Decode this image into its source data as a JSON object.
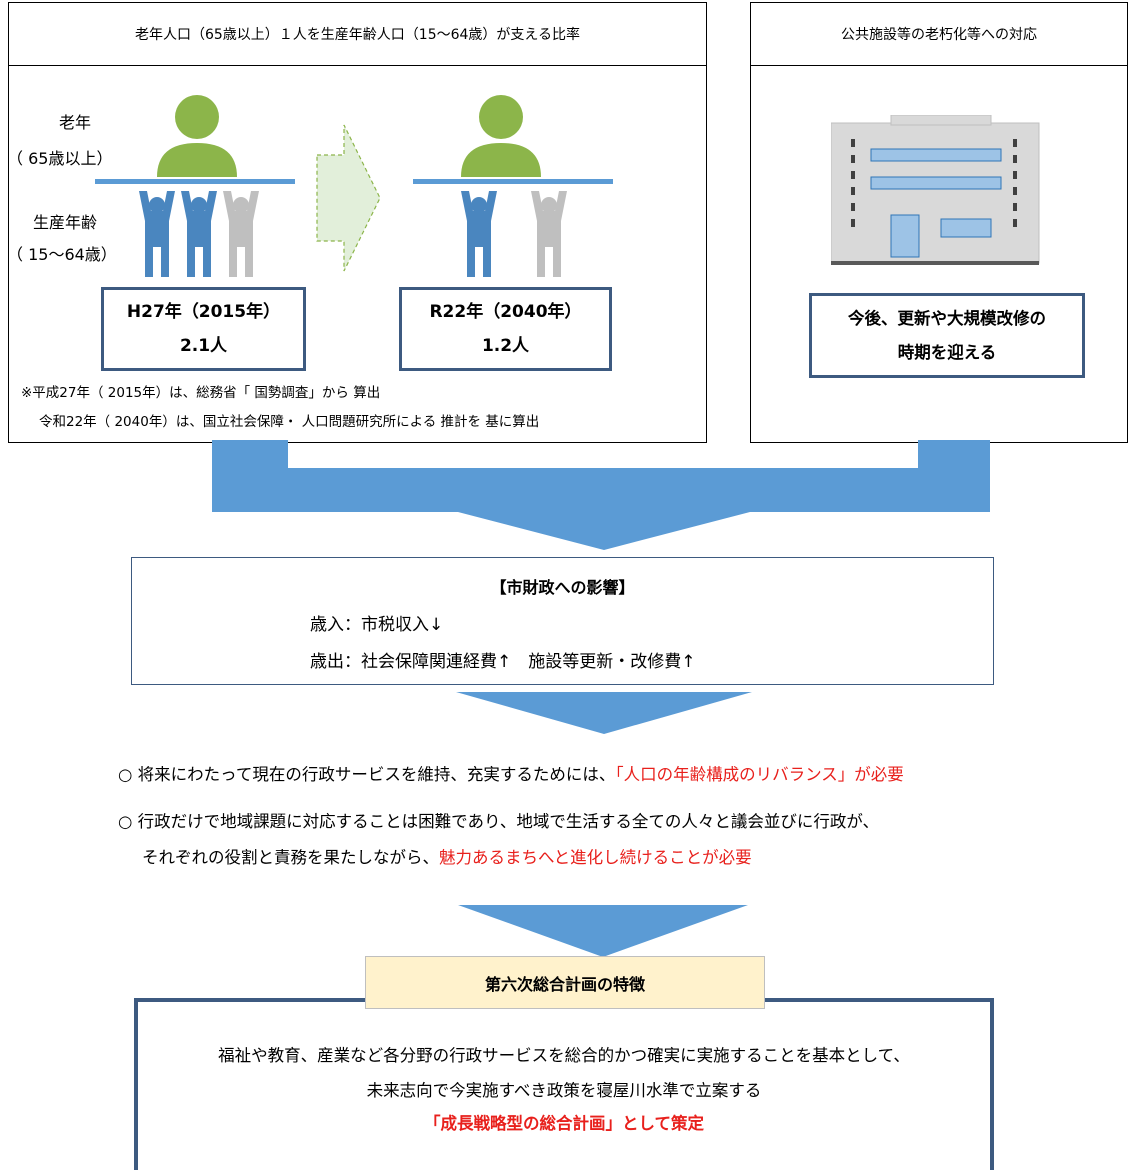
{
  "left_panel": {
    "title": "老年人口（65歳以上）１人を生産年齢人口（15～64歳）が支える比率",
    "elder_label": "老年",
    "elder_range": "（ 65歳以上）",
    "working_label": "生産年齢",
    "working_range": "（ 15～64歳）",
    "h27_year": "H27年（2015年）",
    "h27_value": "2.1人",
    "r22_year": "R22年（2040年）",
    "r22_value": "1.2人",
    "note1": "※平成27年（ 2015年）は、総務省「 国勢調査」から 算出",
    "note2": "令和22年（ 2040年）は、国立社会保障・ 人口問題研究所による 推計を 基に算出"
  },
  "right_panel": {
    "title": "公共施設等の老朽化等への対応",
    "callout_line1": "今後、更新や大規模改修の",
    "callout_line2": "時期を迎える"
  },
  "impact_box": {
    "title": "【市財政への影響】",
    "revenue": "歳入：市税収入↓",
    "expense": "歳出：社会保障関連経費↑　施設等更新・改修費↑"
  },
  "bullets": {
    "b1_black": "○ 将来にわたって現在の行政サービスを維持、充実するためには、",
    "b1_red": "「人口の年齢構成のリバランス」が必要",
    "b2_line1": "○ 行政だけで地域課題に対応することは困難であり、地域で生活する全ての人々と議会並びに行政が、",
    "b2_line2_black": "それぞれの役割と責務を果たしながら、",
    "b2_line2_red": "魅力あるまちへと進化し続けることが必要"
  },
  "plan_box": {
    "title": "第六次総合計画の特徴",
    "line1": "福祉や教育、産業など各分野の行政サービスを総合的かつ確実に実施することを基本として、",
    "line2": "未来志向で今実施すべき政策を寝屋川水準で立案する",
    "line3": "「成長戦略型の総合計画」として策定"
  },
  "colors": {
    "arrow_blue": "#5b9bd5",
    "navy_border": "#3d5a80",
    "person_green": "#8cb54a",
    "person_blue": "#4a86bf",
    "person_gray": "#bfbfbf",
    "title_fill": "#fff2cc",
    "emphasis_red": "#e8201c"
  }
}
